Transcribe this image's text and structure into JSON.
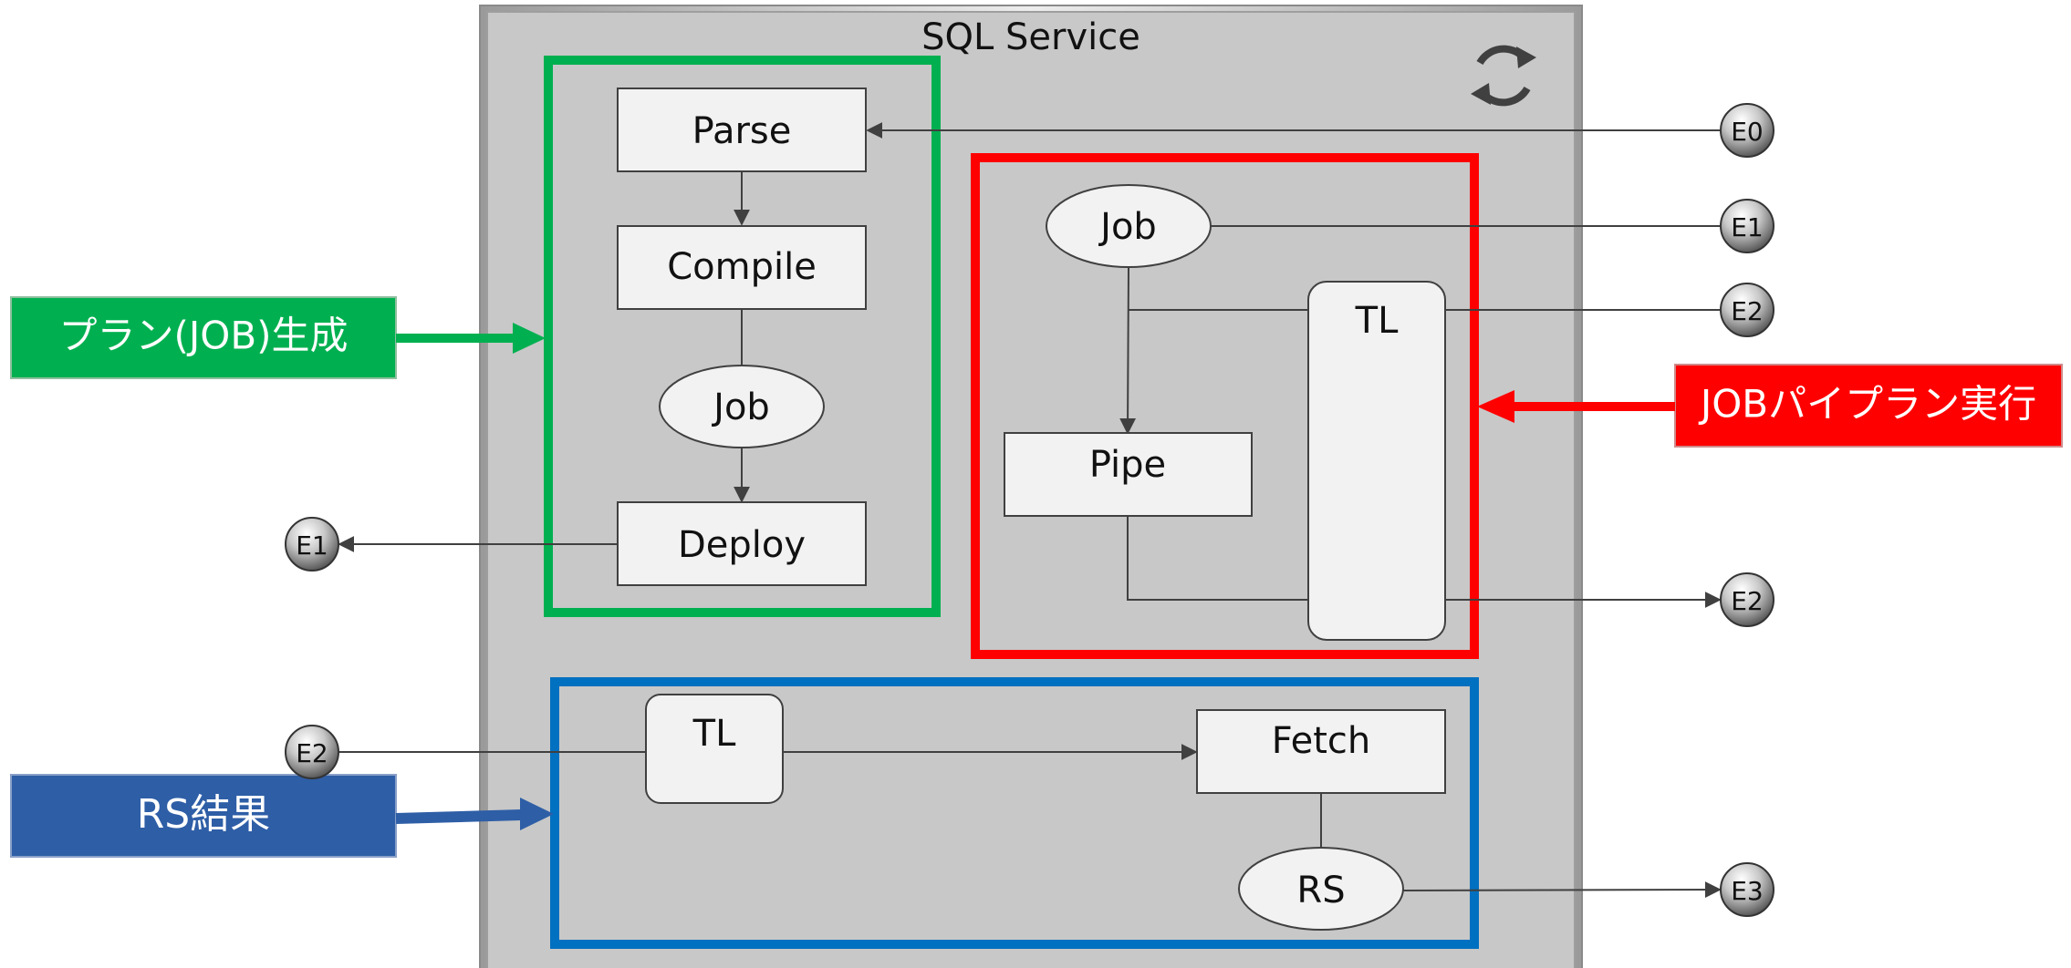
{
  "service": {
    "title": "SQL Service",
    "refresh_icon": "refresh-icon"
  },
  "nodes": {
    "parse": "Parse",
    "compile": "Compile",
    "job_plan": "Job",
    "deploy": "Deploy",
    "job_exec": "Job",
    "tl_exec": "TL",
    "pipe": "Pipe",
    "tl_rs": "TL",
    "fetch": "Fetch",
    "rs": "RS"
  },
  "callouts": {
    "plan": "プラン(JOB)生成",
    "exec": "JOBパイプラン実行",
    "rs": "RS結果"
  },
  "endpoints": {
    "e0": "E0",
    "e1_in": "E1",
    "e2_in": "E2",
    "e1_out": "E1",
    "e2_out": "E2",
    "e2_rs_in": "E2",
    "e3_out": "E3"
  },
  "colors": {
    "plan_group": "#00b050",
    "exec_group": "#ff0000",
    "rs_group": "#0070c0",
    "plan_callout": "#00b050",
    "exec_callout": "#ff0000",
    "rs_callout": "#2e5ea6",
    "service_bg": "#c8c8c8"
  }
}
